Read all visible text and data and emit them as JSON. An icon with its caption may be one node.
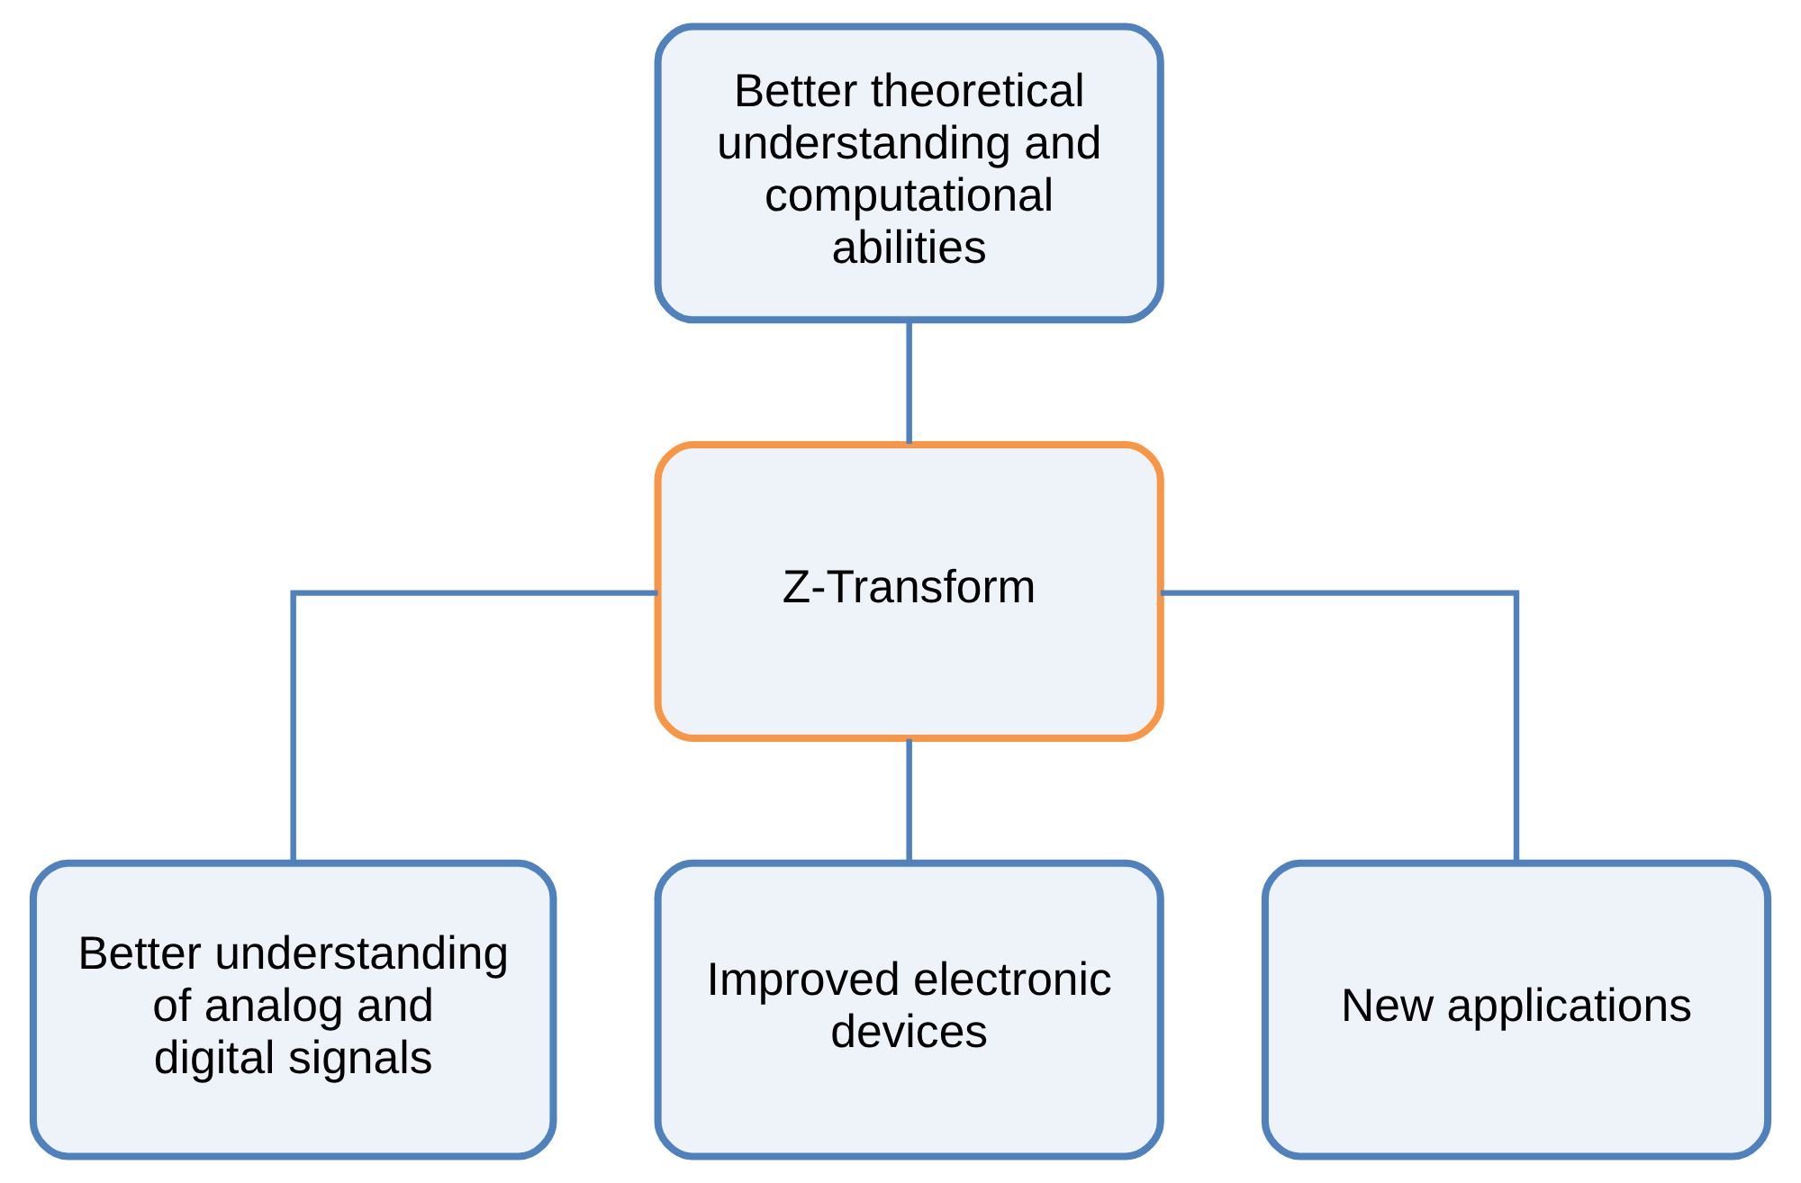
{
  "diagram": {
    "nodes": [
      {
        "text": [
          "Better theoretical understanding and computational abilities"
        ]
      },
      {
        "text": [
          "Z-Transform"
        ]
      },
      {
        "text": [
          "Better understanding of analog and digital signals"
        ]
      },
      {
        "text": [
          "Improved electronic devices"
        ]
      },
      {
        "text": [
          "New applications"
        ]
      }
    ],
    "edges": [
      {
        "from": 0,
        "to": 1,
        "arrow": "none"
      },
      {
        "from": 1,
        "to": 2,
        "arrow": "none"
      },
      {
        "from": 1,
        "to": 3,
        "arrow": "none"
      },
      {
        "from": 1,
        "to": 4,
        "arrow": "none"
      }
    ]
  }
}
